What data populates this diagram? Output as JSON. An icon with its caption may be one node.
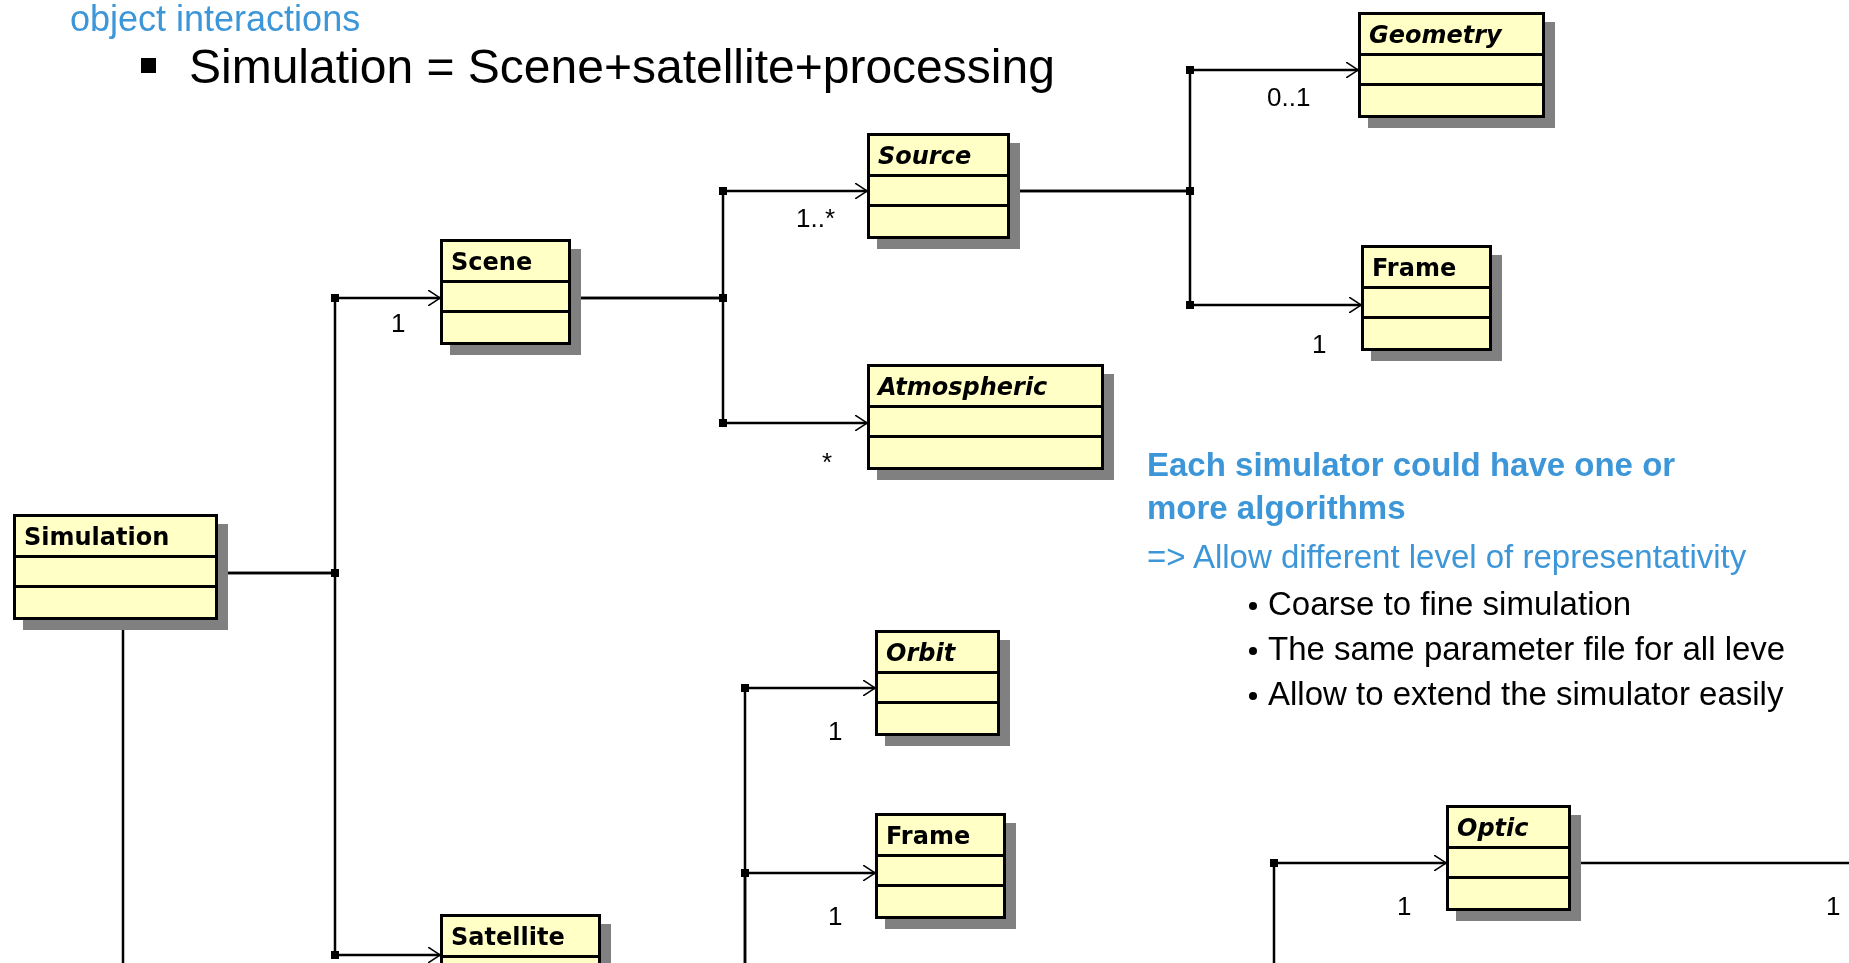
{
  "diagram": {
    "title": "object interactions",
    "nodes": [
      {
        "text": [
          "Geometry"
        ]
      },
      {
        "text": [
          "Source"
        ]
      },
      {
        "text": [
          "Scene"
        ]
      },
      {
        "text": [
          "Frame"
        ]
      },
      {
        "text": [
          "Atmospheric"
        ]
      },
      {
        "text": [
          "Simulation"
        ]
      },
      {
        "text": [
          "Orbit"
        ]
      },
      {
        "text": [
          "Optic"
        ]
      },
      {
        "text": [
          "Frame"
        ]
      },
      {
        "text": [
          "Satellite"
        ]
      }
    ],
    "edges": [
      {
        "from": 5,
        "to": 2,
        "arrow": "to",
        "label": "1"
      },
      {
        "from": 5,
        "to": 9,
        "arrow": "to"
      },
      {
        "from": 2,
        "to": 1,
        "arrow": "to",
        "label": "1..*"
      },
      {
        "from": 2,
        "to": 4,
        "arrow": "to",
        "label": "*"
      },
      {
        "from": 1,
        "to": 0,
        "arrow": "to",
        "label": "0..1"
      },
      {
        "from": 1,
        "to": 3,
        "arrow": "to",
        "label": "1"
      },
      {
        "from": 9,
        "to": 6,
        "arrow": "to",
        "label": "1"
      },
      {
        "from": 9,
        "to": 8,
        "arrow": "to",
        "label": "1"
      },
      {
        "from": null,
        "to": 7,
        "arrow": "to",
        "label": "1"
      },
      {
        "from": 7,
        "to": null,
        "arrow": "none",
        "label": "1"
      },
      {
        "from": 5,
        "to": null,
        "arrow": "none"
      }
    ],
    "labels": [
      "Simulation = Scene+satellite+processing",
      "Each simulator could have one or more algorithms",
      "=> Allow different level of representativity",
      "Coarse to fine simulation",
      "The same parameter file for all leve",
      "Allow to extend the simulator easily"
    ]
  }
}
